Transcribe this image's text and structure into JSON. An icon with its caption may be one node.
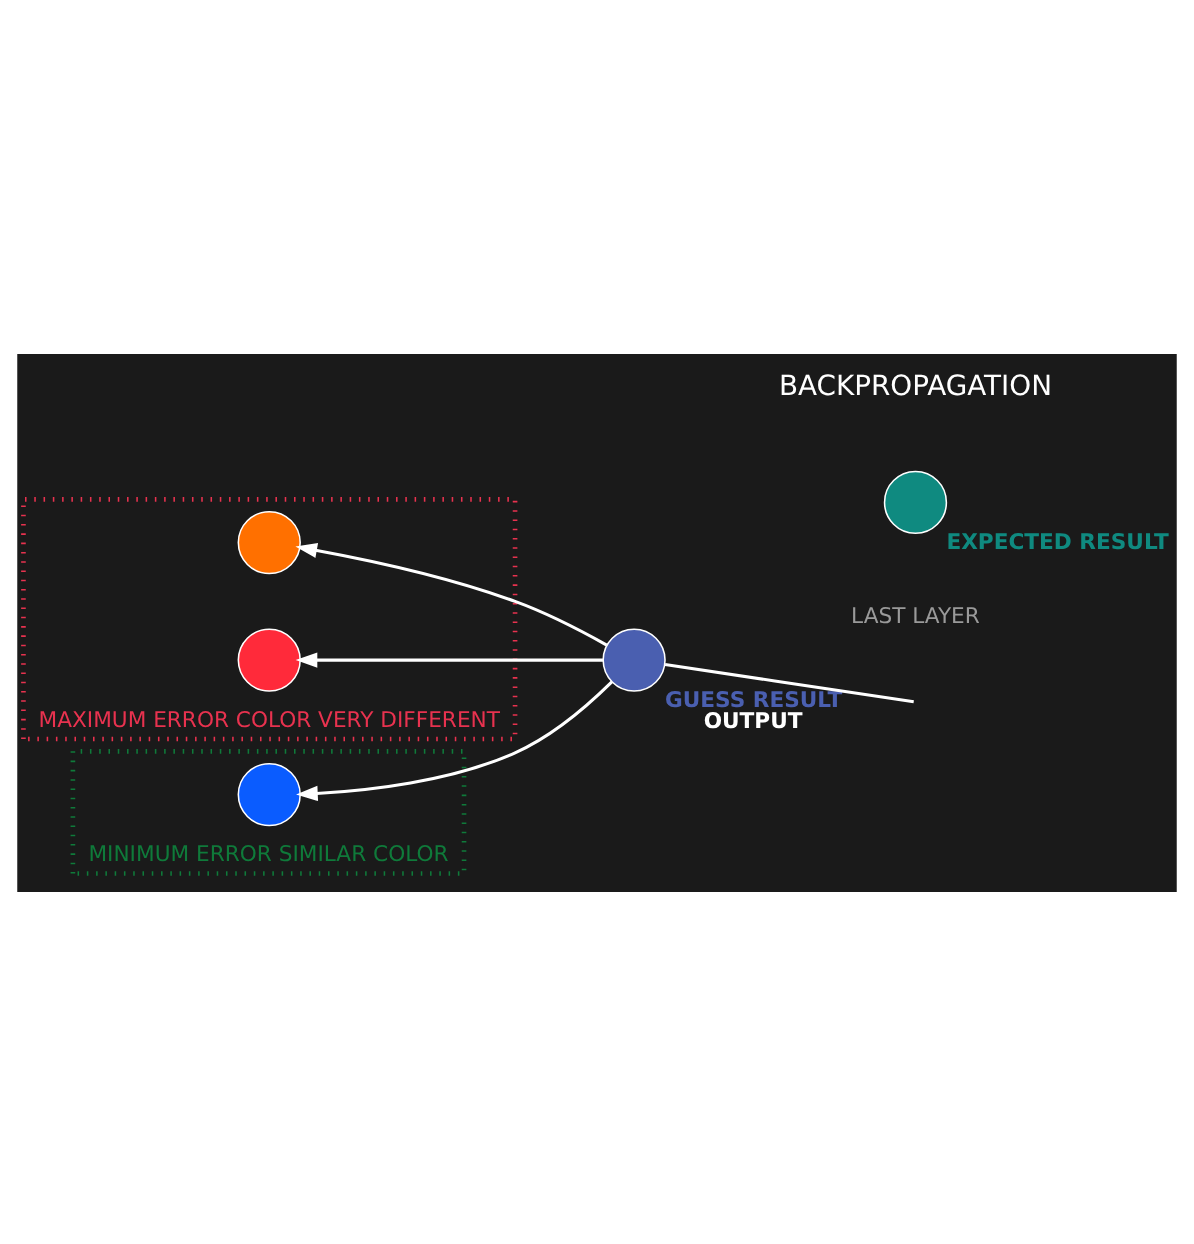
{
  "diagram": {
    "nodes": [
      {
        "text": [
          "MAXIMUM ERROR COLOR VERY DIFFERENT"
        ]
      },
      {
        "text": [],
        "shape": "circle",
        "in": 0
      },
      {
        "text": [],
        "shape": "circle",
        "in": 0
      },
      {
        "text": [
          "MINIMUM ERROR SIMILAR COLOR"
        ]
      },
      {
        "text": [],
        "shape": "circle",
        "in": 3
      },
      {
        "text": [],
        "shape": "circle",
        "beside": [
          "GUESS RESULT",
          "OUTPUT"
        ]
      },
      {
        "text": [],
        "shape": "circle",
        "beside": [
          "EXPECTED RESULT"
        ]
      }
    ],
    "edges": [
      {
        "from": 5,
        "to": 1,
        "arrow": "to"
      },
      {
        "from": 5,
        "to": 2,
        "arrow": "to"
      },
      {
        "from": 5,
        "to": 4,
        "arrow": "to"
      },
      {
        "from": null,
        "to": 5,
        "arrow": "none"
      }
    ],
    "labels": [
      "LAST LAYER",
      "BACKPROPAGATION"
    ]
  }
}
